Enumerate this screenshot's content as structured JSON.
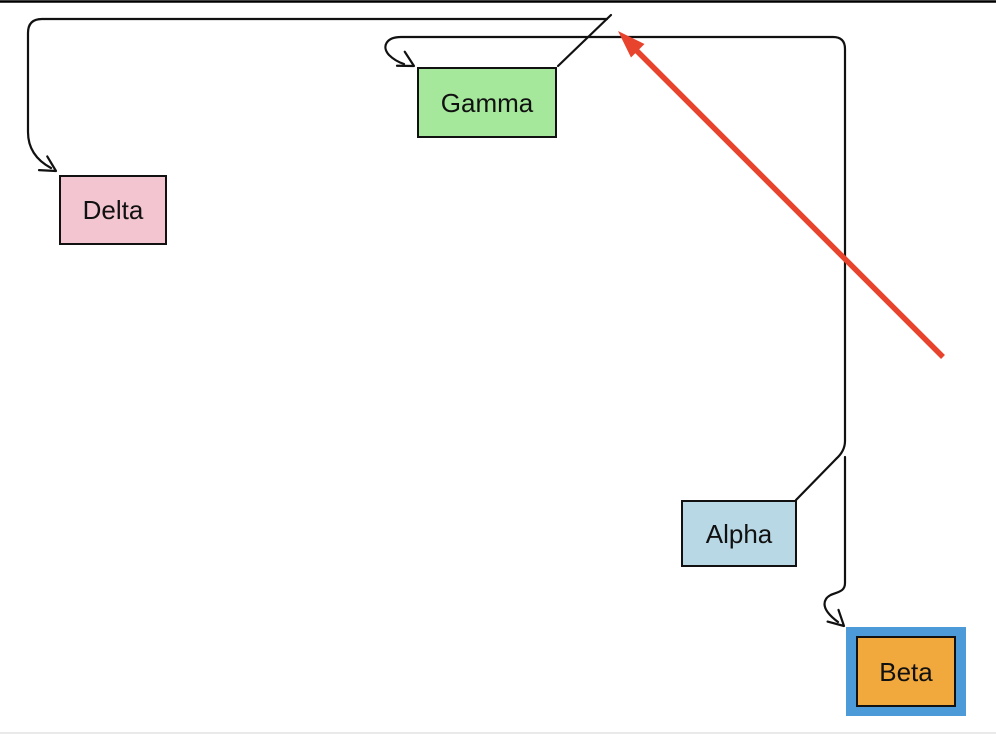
{
  "canvas": {
    "background": "#ffffff",
    "top_border_color": "#000000",
    "bottom_border_color": "#e3e3e3"
  },
  "diagram": {
    "edge_color": "#111111",
    "nodes": {
      "gamma": {
        "label": "Gamma",
        "fill": "#A5E79B",
        "border": "#111111"
      },
      "delta": {
        "label": "Delta",
        "fill": "#F3C5D0",
        "border": "#111111"
      },
      "alpha": {
        "label": "Alpha",
        "fill": "#B9D8E5",
        "border": "#111111"
      },
      "beta": {
        "label": "Beta",
        "fill": "#F1A83C",
        "border": "#111111",
        "selected": true,
        "selection_color": "#4D9AD9"
      }
    },
    "edges": [
      {
        "from": "Gamma",
        "to": "Delta"
      },
      {
        "from": "Alpha",
        "to": "Gamma"
      },
      {
        "from": "Alpha",
        "to": "Beta"
      }
    ],
    "annotation_arrow": {
      "color": "#E8432C"
    }
  }
}
